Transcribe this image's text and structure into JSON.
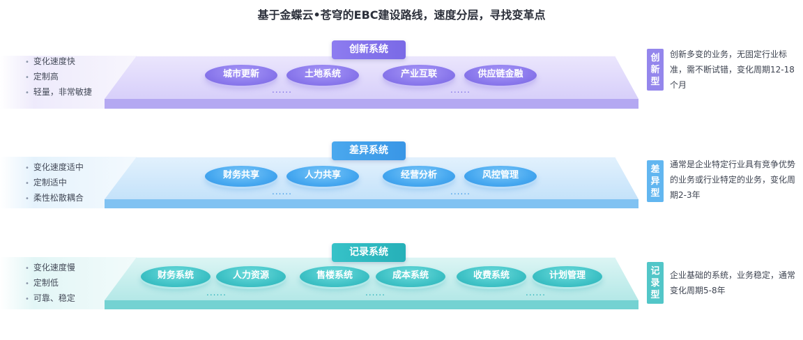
{
  "title": "基于金蝶云•苍穹的EBC建设路线，速度分层，寻找变革点",
  "tiers": [
    {
      "label": "创新系统",
      "bullets": [
        "变化速度快",
        "定制高",
        "轻量，非常敏捷"
      ],
      "pills": [
        "城市更新",
        "土地系统",
        "产业互联",
        "供应链金融"
      ],
      "ellipsis": "......",
      "tag": [
        "创",
        "新",
        "型"
      ],
      "description": "创新多变的业务，无固定行业标准，需不断试错，变化周期12-18个月",
      "accent": "#7a6ae6"
    },
    {
      "label": "差异系统",
      "bullets": [
        "变化速度适中",
        "定制适中",
        "柔性松散耦合"
      ],
      "pills": [
        "财务共享",
        "人力共享",
        "经营分析",
        "风控管理"
      ],
      "ellipsis": "......",
      "tag": [
        "差",
        "异",
        "型"
      ],
      "description": "通常是企业特定行业具有竞争优势的业务或行业特定的业务，变化周期2-3年",
      "accent": "#3996e6"
    },
    {
      "label": "记录系统",
      "bullets": [
        "变化速度慢",
        "定制低",
        "可靠、稳定"
      ],
      "pills": [
        "财务系统",
        "人力资源",
        "售楼系统",
        "成本系统",
        "收费系统",
        "计划管理"
      ],
      "ellipsis": "......",
      "tag": [
        "记",
        "录",
        "型"
      ],
      "description": "企业基础的系统，业务稳定，通常变化周期5-8年",
      "accent": "#26b0b8"
    }
  ]
}
